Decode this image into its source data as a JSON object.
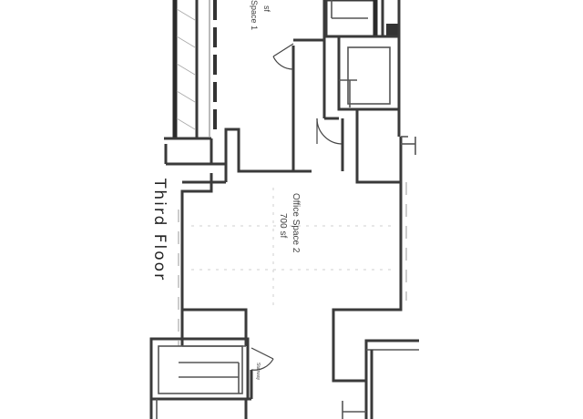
{
  "floor_label": "Third Floor",
  "office_space_1": {
    "name": "Space 1",
    "area": "sf"
  },
  "office_space_2": {
    "name": "Office Space 2",
    "area": "700 sf"
  },
  "stair_label": "Stairway",
  "colors": {
    "wall": "#3a3a3a",
    "background": "#ffffff",
    "text": "#444444"
  }
}
